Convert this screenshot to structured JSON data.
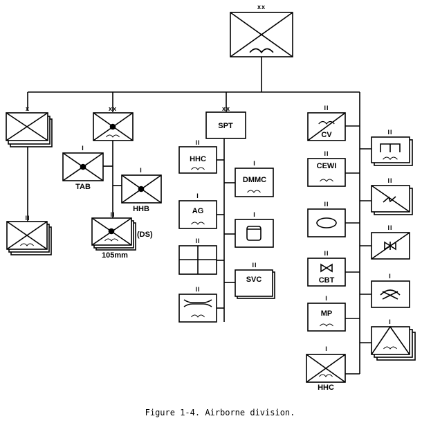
{
  "figure": {
    "caption": "Figure 1-4. Airborne division."
  },
  "echelon": {
    "division": "xx",
    "brigade": "x",
    "battalion": "II",
    "company": "I"
  },
  "units": {
    "division_artillery": "xx",
    "tab": "TAB",
    "hhb": "HHB",
    "ds": "(DS)",
    "howitzer": "105mm",
    "support_command": "SPT",
    "hhc": "HHC",
    "dmmc": "DMMC",
    "ag": "AG",
    "svc": "SVC",
    "cavalry": "CV",
    "cewi": "CEWI",
    "combat_electronic": "CBT",
    "mp": "MP",
    "division_hhc": "HHC"
  }
}
